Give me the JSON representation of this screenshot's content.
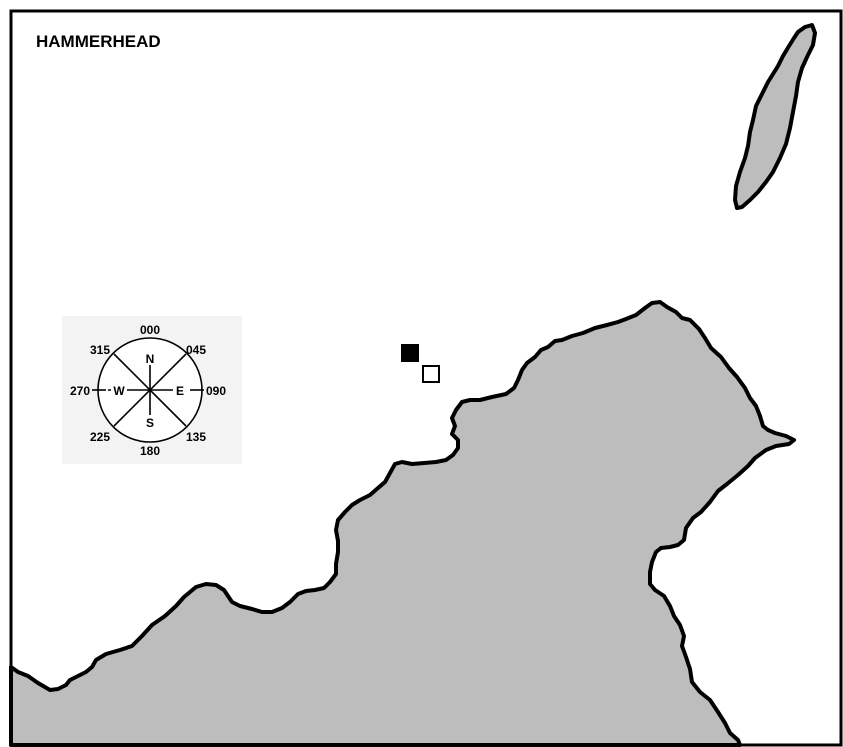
{
  "map": {
    "title": "HAMMERHEAD",
    "colors": {
      "background": "#ffffff",
      "land_fill": "#bdbdbd",
      "coastline": "#000000"
    }
  },
  "compass": {
    "bearings": {
      "n": "000",
      "ne": "045",
      "e": "090",
      "se": "135",
      "s": "180",
      "sw": "225",
      "w": "270",
      "nw": "315"
    },
    "cardinals": {
      "n": "N",
      "e": "E",
      "s": "S",
      "w": "W"
    }
  },
  "markers": [
    {
      "name": "filled-square-marker",
      "style": "filled"
    },
    {
      "name": "open-square-marker",
      "style": "open"
    }
  ]
}
